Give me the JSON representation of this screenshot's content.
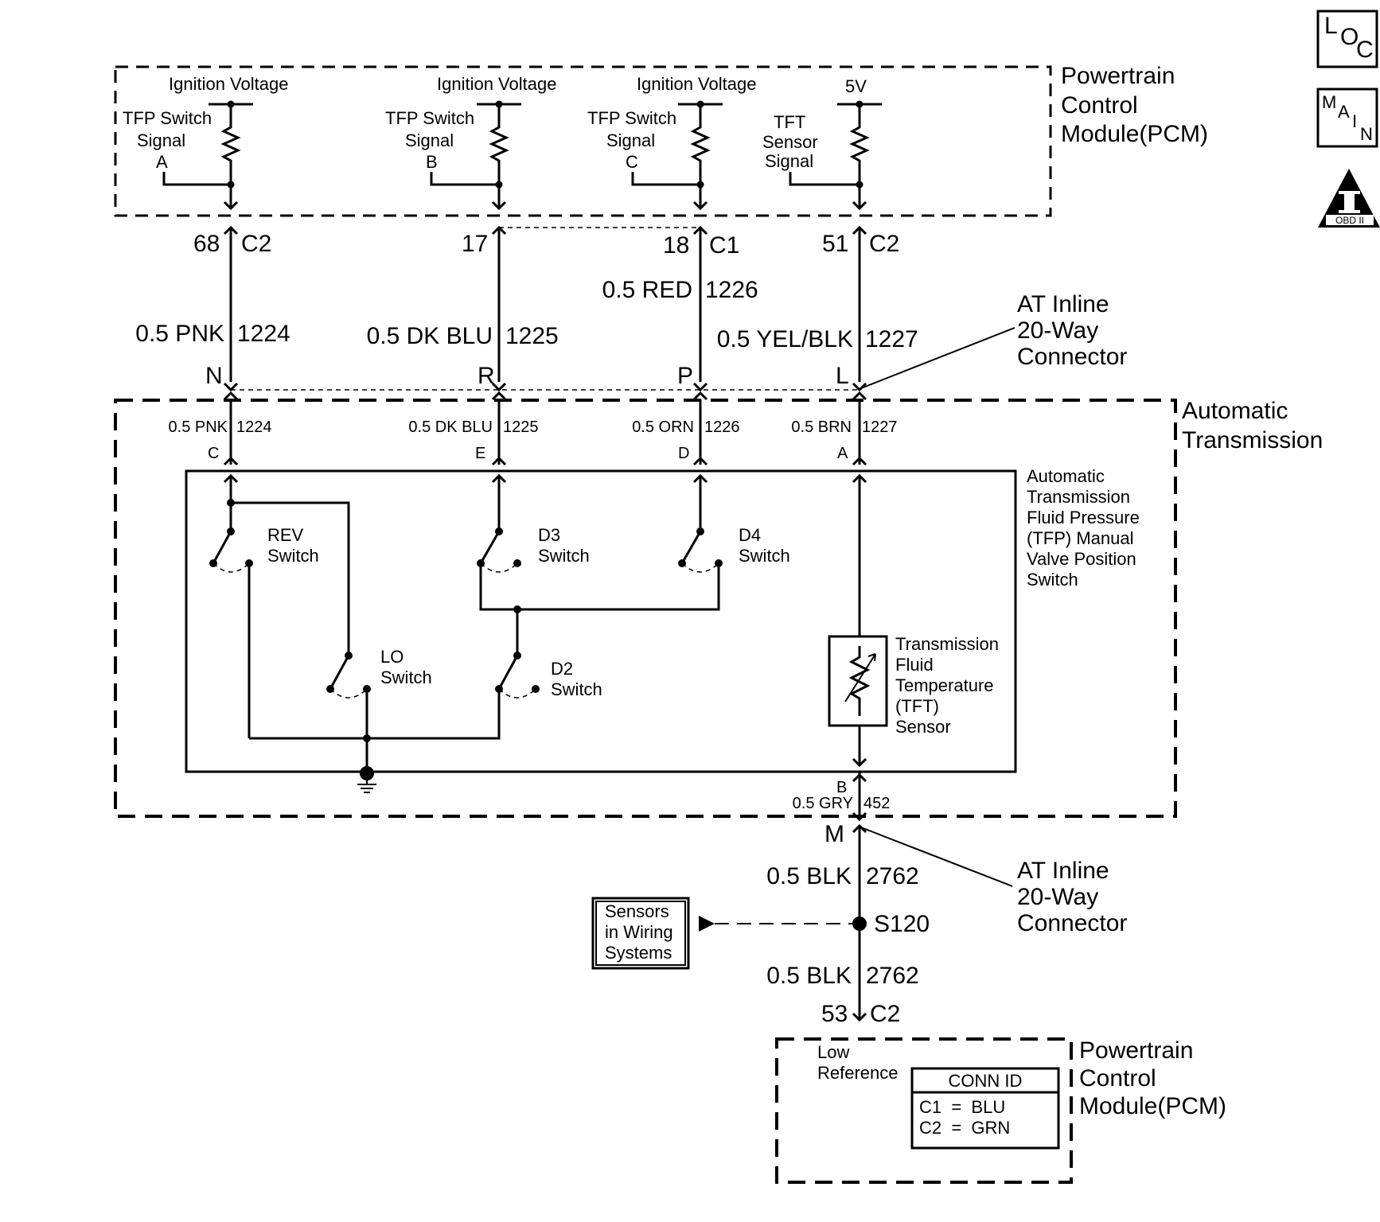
{
  "pcm_top": {
    "title_lines": [
      "Powertrain",
      "Control",
      "Module(PCM)"
    ],
    "circuits": [
      {
        "supply": "Ignition Voltage",
        "signal_lines": [
          "TFP Switch",
          "Signal",
          "A"
        ]
      },
      {
        "supply": "Ignition Voltage",
        "signal_lines": [
          "TFP Switch",
          "Signal",
          "B"
        ]
      },
      {
        "supply": "Ignition Voltage",
        "signal_lines": [
          "TFP Switch",
          "Signal",
          "C"
        ]
      },
      {
        "supply": "5V",
        "signal_lines": [
          "TFT",
          "Sensor",
          "Signal"
        ]
      }
    ]
  },
  "pcm_pins": [
    {
      "pin": "68",
      "conn": "C2"
    },
    {
      "pin": "17",
      "conn": ""
    },
    {
      "pin": "18",
      "conn": "C1"
    },
    {
      "pin": "51",
      "conn": "C2"
    }
  ],
  "harness_wires": [
    {
      "wire": "0.5 PNK",
      "circuit": "1224",
      "inline_pin": "N"
    },
    {
      "wire": "0.5 DK BLU",
      "circuit": "1225",
      "inline_pin": "R"
    },
    {
      "wire": "0.5 RED",
      "circuit": "1226",
      "inline_pin": "P"
    },
    {
      "wire": "0.5 YEL/BLK",
      "circuit": "1227",
      "inline_pin": "L"
    }
  ],
  "inline_connector_lines": [
    "AT Inline",
    "20-Way",
    "Connector"
  ],
  "transmission": {
    "title_lines": [
      "Automatic",
      "Transmission"
    ],
    "wires": [
      {
        "wire": "0.5 PNK",
        "circuit": "1224",
        "pin": "C"
      },
      {
        "wire": "0.5 DK BLU",
        "circuit": "1225",
        "pin": "E"
      },
      {
        "wire": "0.5 ORN",
        "circuit": "1226",
        "pin": "D"
      },
      {
        "wire": "0.5 BRN",
        "circuit": "1227",
        "pin": "A"
      }
    ],
    "switch_assembly_lines": [
      "Automatic",
      "Transmission",
      "Fluid Pressure",
      "(TFP) Manual",
      "Valve Position",
      "Switch"
    ],
    "switches": {
      "rev": [
        "REV",
        "Switch"
      ],
      "d3": [
        "D3",
        "Switch"
      ],
      "d4": [
        "D4",
        "Switch"
      ],
      "lo": [
        "LO",
        "Switch"
      ],
      "d2": [
        "D2",
        "Switch"
      ]
    },
    "tft_lines": [
      "Transmission",
      "Fluid",
      "Temperature",
      "(TFT)",
      "Sensor"
    ],
    "bottom_wire": {
      "pin": "B",
      "wire": "0.5 GRY",
      "circuit": "452"
    }
  },
  "lower": {
    "inline_pin": "M",
    "wire1": {
      "wire": "0.5 BLK",
      "circuit": "2762"
    },
    "splice": "S120",
    "reference_box_lines": [
      "Sensors",
      "in Wiring",
      "Systems"
    ],
    "wire2": {
      "wire": "0.5 BLK",
      "circuit": "2762"
    },
    "pcm_pin": {
      "pin": "53",
      "conn": "C2"
    }
  },
  "pcm_bottom": {
    "title_lines": [
      "Powertrain",
      "Control",
      "Module(PCM)"
    ],
    "low_ref_lines": [
      "Low",
      "Reference"
    ],
    "conn_id": {
      "title": "CONN ID",
      "rows": [
        "C1  =  BLU",
        "C2  =  GRN"
      ]
    }
  },
  "icons": {
    "loc": [
      "L",
      "O",
      "C"
    ],
    "main": [
      "M",
      "A",
      "I",
      "N"
    ],
    "obd": "OBD II"
  }
}
